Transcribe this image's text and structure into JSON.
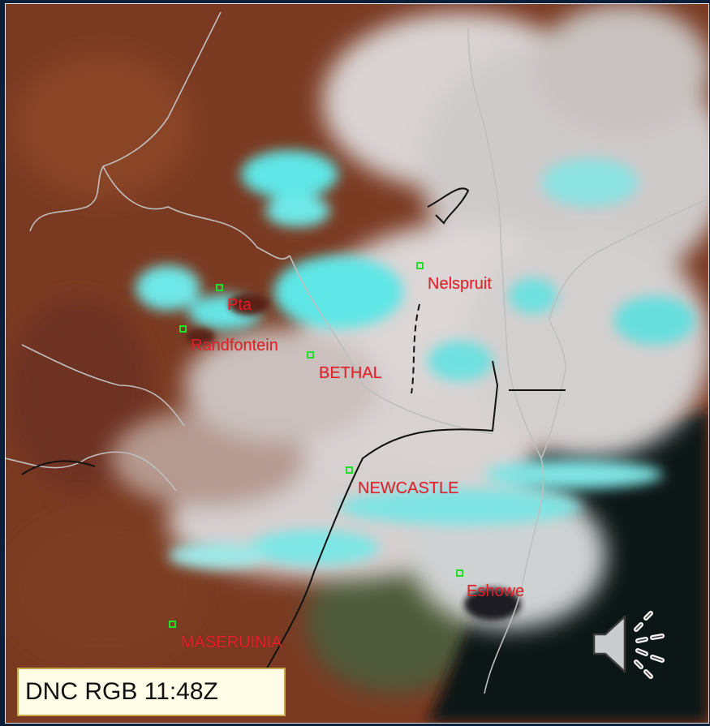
{
  "image": {
    "caption": "DNC RGB 11:48Z"
  },
  "cities": [
    {
      "id": "pta",
      "label": "Pta"
    },
    {
      "id": "randfontein",
      "label": "Randfontein"
    },
    {
      "id": "bethal",
      "label": "BETHAL"
    },
    {
      "id": "nelspruit",
      "label": "Nelspruit"
    },
    {
      "id": "newcastle",
      "label": "NEWCASTLE"
    },
    {
      "id": "eshowe",
      "label": "Eshowe"
    },
    {
      "id": "maseruinia",
      "label": "MASERUINIA"
    }
  ],
  "colors": {
    "land": "#7a3a22",
    "cloud_high": "#5ee6e6",
    "cloud_low": "#dcd6d6",
    "ocean": "#0e1216",
    "label": "#e8202a",
    "marker": "#22e02a",
    "caption_bg": "#fffde8",
    "caption_border": "#c9a646"
  },
  "icons": {
    "audio": "speaker-icon"
  }
}
